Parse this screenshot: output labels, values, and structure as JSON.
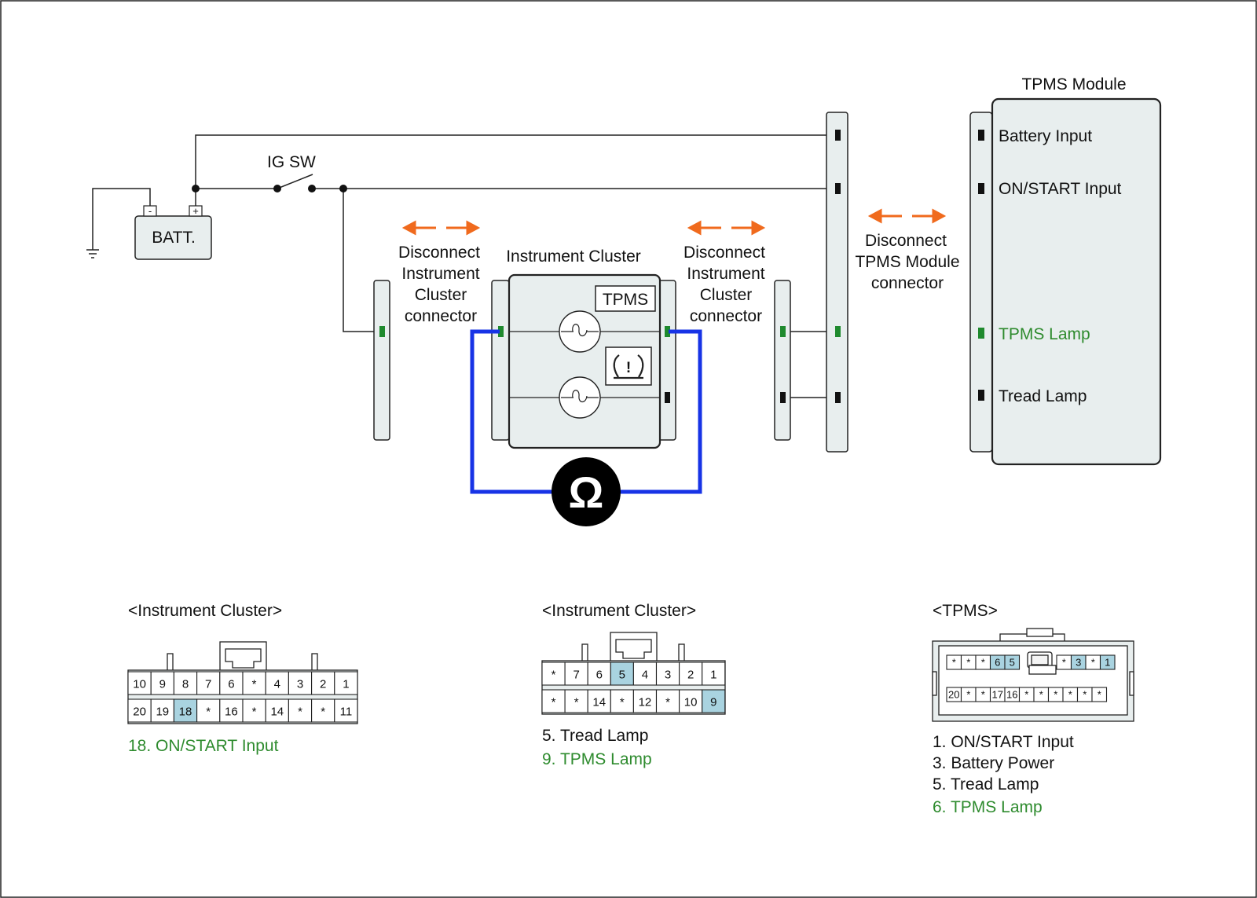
{
  "colors": {
    "component_fill": "#e8eeee",
    "highlight_pin": "#a9d3e0",
    "green_text": "#2e8b2e",
    "green_pin": "#1f8a2e",
    "orange_arrow": "#f06a1d",
    "meter_wire": "#1733e6",
    "meter_fill": "#000000"
  },
  "schematic": {
    "ig_switch_label": "IG SW",
    "battery_label": "BATT.",
    "battery_neg": "-",
    "battery_pos": "+",
    "instrument_cluster_title": "Instrument Cluster",
    "tpms_box_label": "TPMS",
    "tpms_module_title": "TPMS Module",
    "disconnect_left": [
      "Disconnect",
      "Instrument",
      "Cluster",
      "connector"
    ],
    "disconnect_mid": [
      "Disconnect",
      "Instrument",
      "Cluster",
      "connector"
    ],
    "disconnect_right": [
      "Disconnect",
      "TPMS Module",
      "connector"
    ],
    "tpms_pins": {
      "battery_input": "Battery Input",
      "on_start_input": "ON/START Input",
      "tpms_lamp": "TPMS Lamp",
      "tread_lamp": "Tread Lamp"
    },
    "meter_symbol": "Ω",
    "warning_symbol": "!"
  },
  "connectors": {
    "cluster_a": {
      "title": "<Instrument Cluster>",
      "row1": [
        "10",
        "9",
        "8",
        "7",
        "6",
        "*",
        "4",
        "3",
        "2",
        "1"
      ],
      "row2": [
        "20",
        "19",
        "18",
        "*",
        "16",
        "*",
        "14",
        "*",
        "*",
        "11"
      ],
      "notes": [
        {
          "text": "18. ON/START Input",
          "green": true
        }
      ]
    },
    "cluster_b": {
      "title": "<Instrument Cluster>",
      "row1": [
        "*",
        "7",
        "6",
        "5",
        "4",
        "3",
        "2",
        "1"
      ],
      "row2": [
        "*",
        "*",
        "14",
        "*",
        "12",
        "*",
        "10",
        "9"
      ],
      "notes": [
        {
          "text": "5. Tread Lamp",
          "green": false
        },
        {
          "text": "9. TPMS Lamp",
          "green": true
        }
      ]
    },
    "tpms": {
      "title": "<TPMS>",
      "row1_left": [
        "*",
        "*",
        "*",
        "6",
        "5"
      ],
      "row1_right": [
        "*",
        "3",
        "*",
        "1"
      ],
      "row2": [
        "20",
        "*",
        "*",
        "17",
        "16",
        "*",
        "*",
        "*",
        "*",
        "*",
        "*"
      ],
      "notes": [
        {
          "text": "1. ON/START Input",
          "green": false
        },
        {
          "text": "3. Battery Power",
          "green": false
        },
        {
          "text": "5. Tread Lamp",
          "green": false
        },
        {
          "text": "6. TPMS Lamp",
          "green": true
        }
      ]
    }
  }
}
